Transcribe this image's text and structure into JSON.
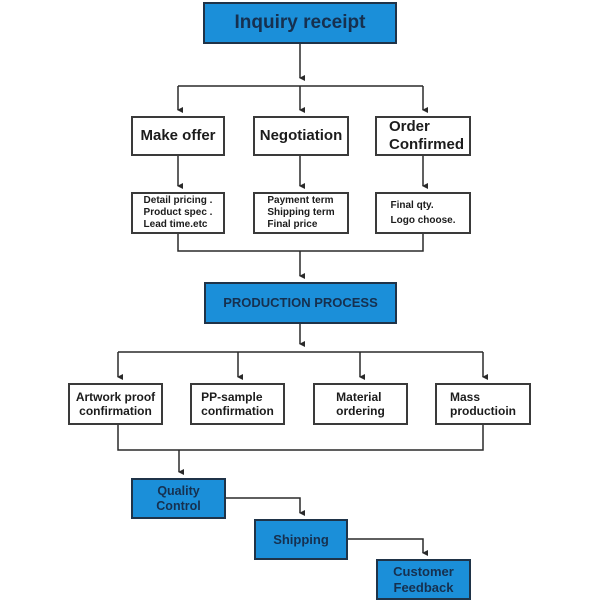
{
  "top": {
    "inquiry": "Inquiry receipt"
  },
  "stage1": {
    "make_offer": "Make offer",
    "negotiation": "Negotiation",
    "order_confirmed": "Order\nConfirmed"
  },
  "stage1_details": {
    "make_offer": "Detail pricing .\nProduct spec .\nLead time.etc",
    "negotiation": "Payment term\nShipping term\nFinal price",
    "order_confirmed": "Final qty.\nLogo choose."
  },
  "production": {
    "title": "PRODUCTION PROCESS"
  },
  "stage2": {
    "artwork": "Artwork proof\nconfirmation",
    "pp_sample": "PP-sample\nconfirmation",
    "material": "Material\nordering",
    "mass": "Mass\nproductioin"
  },
  "final": {
    "quality": "Quality\nControl",
    "shipping": "Shipping",
    "feedback": "Customer\nFeedback"
  },
  "colors": {
    "blue_fill": "#1b8fd9",
    "blue_text": "#16304f",
    "line": "#2a2a2a"
  }
}
